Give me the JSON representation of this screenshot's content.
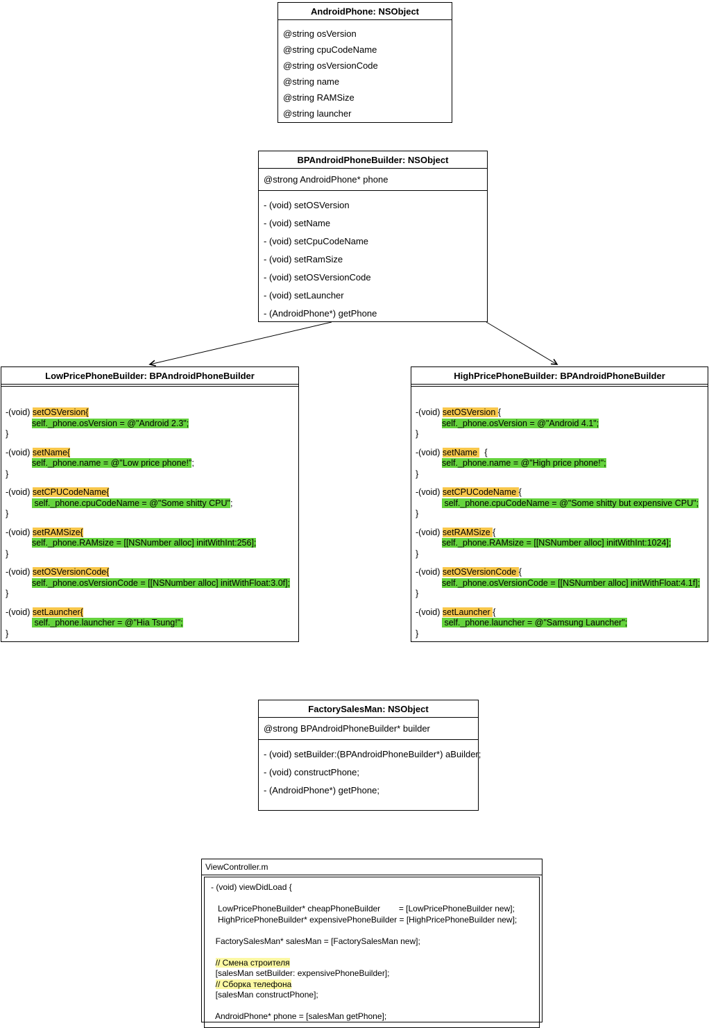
{
  "colors": {
    "background": "#ffffff",
    "border": "#000000",
    "highlight_method": "#f8c74b",
    "highlight_code": "#65d33d",
    "highlight_comment": "#fbf8a3"
  },
  "classes": {
    "androidPhone": {
      "title": "AndroidPhone: NSObject",
      "attributes": [
        "@string osVersion",
        "@string cpuCodeName",
        "@string osVersionCode",
        "@string name",
        "@string RAMSize",
        "@string launcher"
      ]
    },
    "bpBuilder": {
      "title": "BPAndroidPhoneBuilder: NSObject",
      "attributes": [
        "@strong AndroidPhone* phone"
      ],
      "methods": [
        "- (void) setOSVersion",
        "- (void) setName",
        "- (void) setCpuCodeName",
        "- (void) setRamSize",
        "- (void) setOSVersionCode",
        "- (void) setLauncher",
        "- (AndroidPhone*) getPhone"
      ]
    },
    "lowPrice": {
      "title": "LowPricePhoneBuilder: BPAndroidPhoneBuilder",
      "close_brace": "}",
      "methods": [
        {
          "sig_pre": "-(void) ",
          "name": "setOSVersion{",
          "sig_post": "",
          "body": "self._phone.osVersion = @\"Android 2.3\";",
          "tail": ""
        },
        {
          "sig_pre": "-(void) ",
          "name": "setName{",
          "sig_post": "",
          "body": "self._phone.name = @\"Low price phone!\"",
          "tail": ";"
        },
        {
          "sig_pre": "-(void) ",
          "name": "setCPUCodeName{",
          "sig_post": "",
          "body": " self._phone.cpuCodeName = @\"Some shitty CPU\"",
          "tail": ";"
        },
        {
          "sig_pre": "-(void) ",
          "name": "setRAMSize{",
          "sig_post": "",
          "body": "self._phone.RAMsize = [[NSNumber alloc] initWithInt:256];",
          "tail": ""
        },
        {
          "sig_pre": "-(void) ",
          "name": "setOSVersionCode{",
          "sig_post": "",
          "body": "self._phone.osVersionCode = [[NSNumber alloc] initWithFloat:3.0f];",
          "tail": ""
        },
        {
          "sig_pre": "-(void) ",
          "name": "setLauncher{",
          "sig_post": "",
          "body": " self._phone.launcher = @\"Hia Tsung!\";",
          "tail": ""
        }
      ]
    },
    "highPrice": {
      "title": "HighPricePhoneBuilder: BPAndroidPhoneBuilder",
      "close_brace": "}",
      "methods": [
        {
          "sig_pre": "-(void) ",
          "name": "setOSVersion ",
          "sig_post": "{",
          "body": "self._phone.osVersion = @\"Android 4.1\";",
          "tail": ""
        },
        {
          "sig_pre": "-(void) ",
          "name": "setName ",
          "sig_post": "  {",
          "body": "self._phone.name = @\"High price phone!\";",
          "tail": ""
        },
        {
          "sig_pre": "-(void) ",
          "name": "setCPUCodeName ",
          "sig_post": "{",
          "body": " self._phone.cpuCodeName = @\"Some shitty but expensive CPU\";",
          "tail": ""
        },
        {
          "sig_pre": "-(void) ",
          "name": "setRAMSize ",
          "sig_post": "{",
          "body": "self._phone.RAMsize = [[NSNumber alloc] initWithInt:1024];",
          "tail": ""
        },
        {
          "sig_pre": "-(void) ",
          "name": "setOSVersionCode ",
          "sig_post": "{",
          "body": "self._phone.osVersionCode = [[NSNumber alloc] initWithFloat:4.1f];",
          "tail": ""
        },
        {
          "sig_pre": "-(void) ",
          "name": "setLauncher ",
          "sig_post": "{",
          "body": " self._phone.launcher = @\"Samsung Launcher\";",
          "tail": ""
        }
      ]
    },
    "factorySalesMan": {
      "title": "FactorySalesMan: NSObject",
      "attributes": [
        "@strong BPAndroidPhoneBuilder* builder"
      ],
      "methods": [
        "- (void) setBuilder:(BPAndroidPhoneBuilder*) aBuilder;",
        "- (void) constructPhone;",
        "- (AndroidPhone*) getPhone;"
      ]
    }
  },
  "viewController": {
    "title": "ViewController.m",
    "lines": [
      {
        "t": "- (void) viewDidLoad {"
      },
      {
        "t": ""
      },
      {
        "t": "   LowPricePhoneBuilder* cheapPhoneBuilder        = [LowPricePhoneBuilder new];"
      },
      {
        "t": "   HighPricePhoneBuilder* expensivePhoneBuilder = [HighPricePhoneBuilder new];"
      },
      {
        "t": ""
      },
      {
        "t": "  FactorySalesMan* salesMan = [FactorySalesMan new];"
      },
      {
        "t": ""
      },
      {
        "t": "  ",
        "hl": "// Смена строителя"
      },
      {
        "t": "  [salesMan setBuilder: expensivePhoneBuilder];"
      },
      {
        "t": "  ",
        "hl": "// Сборка телефона"
      },
      {
        "t": "  [salesMan constructPhone];"
      },
      {
        "t": ""
      },
      {
        "t": "  AndroidPhone* phone = [salesMan getPhone];"
      }
    ]
  }
}
